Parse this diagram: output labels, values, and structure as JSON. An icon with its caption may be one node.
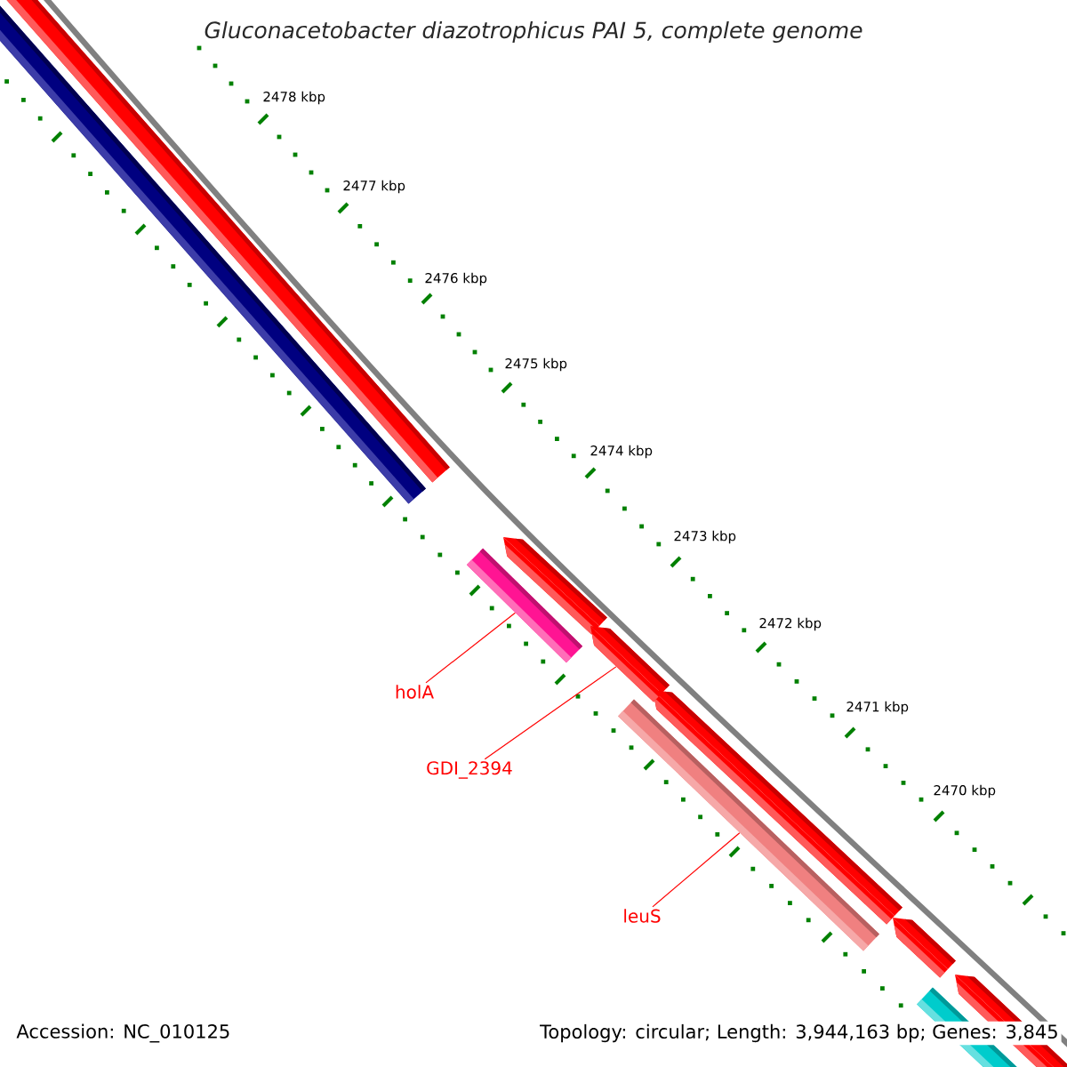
{
  "diagram": {
    "title": "Gluconacetobacter diazotrophicus PAI 5, complete genome",
    "nodes": [
      {
        "text": [
          "holA"
        ]
      },
      {
        "text": [
          "GDI_2394"
        ]
      },
      {
        "text": [
          "leuS"
        ]
      },
      {
        "text": [],
        "shape": "bar"
      },
      {
        "text": [],
        "shape": "arrow"
      },
      {
        "text": [],
        "shape": "bar"
      }
    ],
    "edges": [
      {
        "from": 0,
        "to": 3,
        "arrow": "none"
      },
      {
        "from": 1,
        "to": 4,
        "arrow": "none"
      },
      {
        "from": 2,
        "to": 5,
        "arrow": "none"
      }
    ],
    "labels": [
      "2478 kbp",
      "2477 kbp",
      "2476 kbp",
      "2475 kbp",
      "2474 kbp",
      "2473 kbp",
      "2472 kbp",
      "2471 kbp",
      "2470 kbp",
      "Accession: NC_010125",
      "Topology: circular; Length: 3,944,163 bp; Genes: 3,845"
    ]
  }
}
